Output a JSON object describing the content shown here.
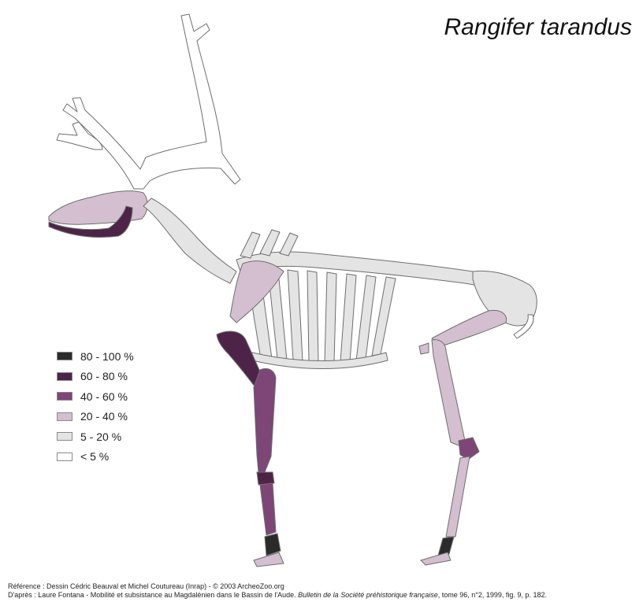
{
  "title": "Rangifer tarandus",
  "legend": [
    {
      "label": "80 - 100 %",
      "color": "#2b2b2b"
    },
    {
      "label": "60 - 80 %",
      "color": "#4d2448"
    },
    {
      "label": "40 - 60 %",
      "color": "#7e4577"
    },
    {
      "label": "20 - 40 %",
      "color": "#d3bfd0"
    },
    {
      "label": "5 - 20 %",
      "color": "#e4e4e4"
    },
    {
      "label": "< 5 %",
      "color": "#ffffff"
    }
  ],
  "credits": {
    "line1": "Référence : Dessin Cédric Beauval et Michel Coutureau (Inrap) - © 2003 ArcheoZoo.org",
    "line2_prefix": "D'après : Laure Fontana - Mobilité et subsistance au Magdalénien dans le Bassin de l'Aude. ",
    "line2_italic": "Bulletin de la Société préhistorique française",
    "line2_suffix": ", tome 96, n°2, 1999, fig. 9, p. 182."
  }
}
